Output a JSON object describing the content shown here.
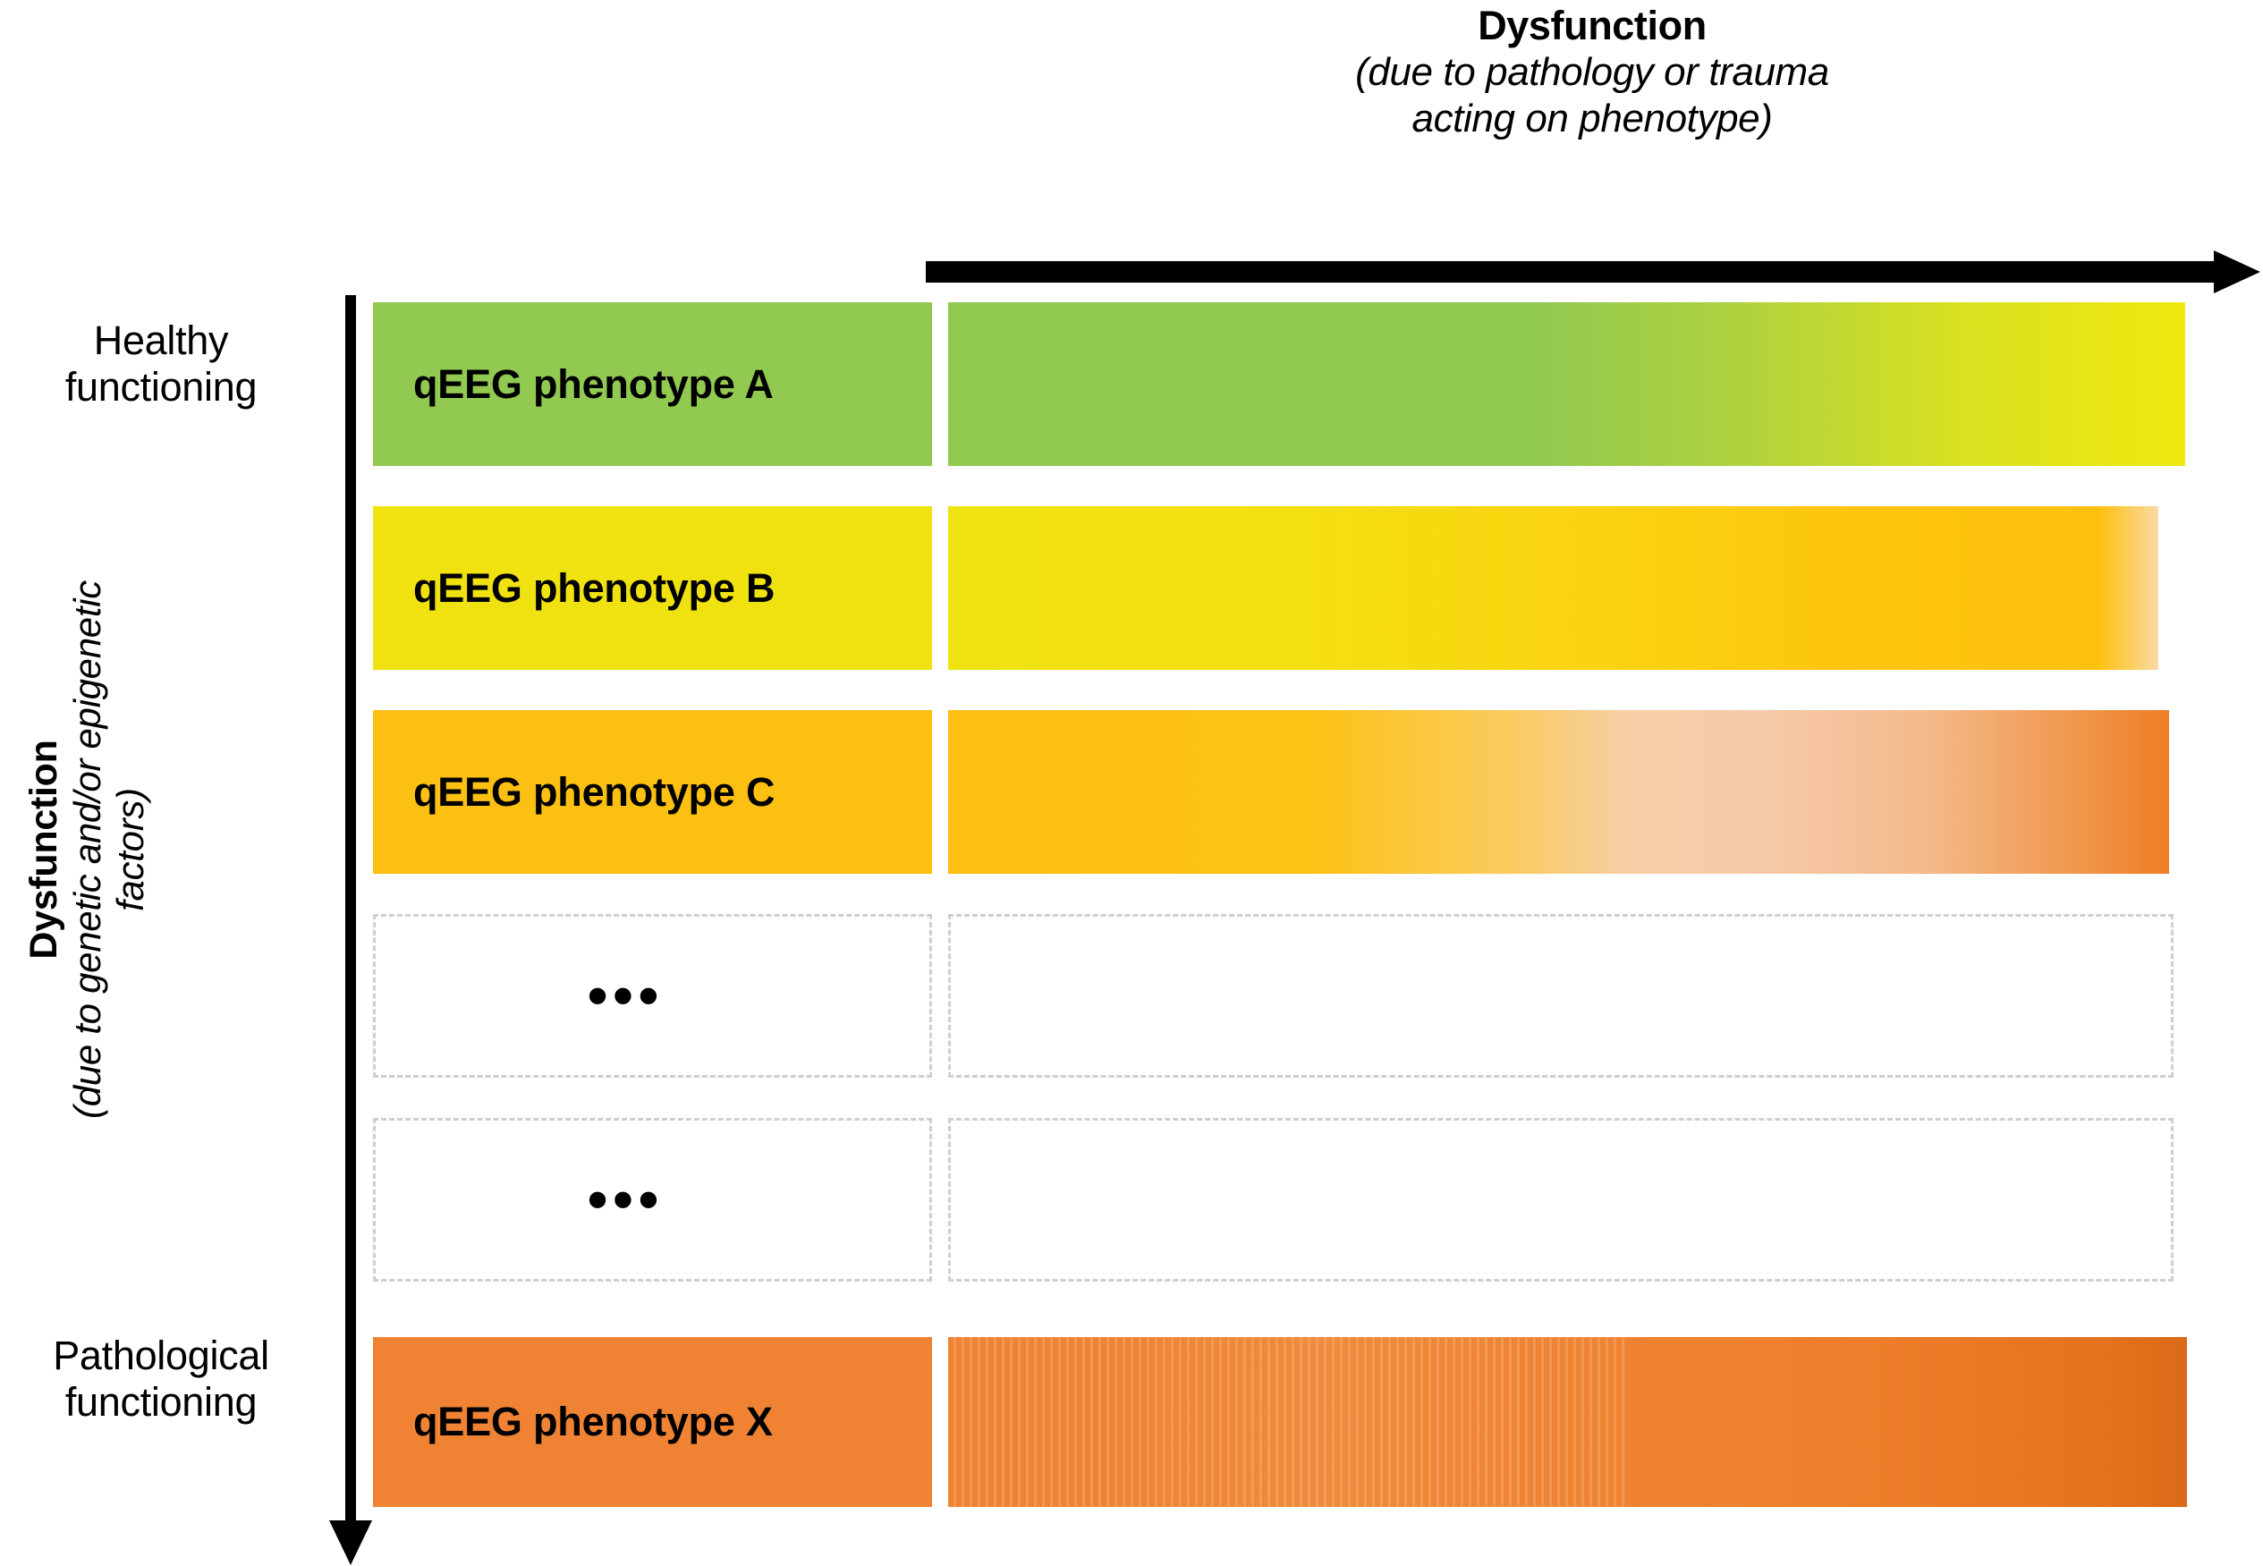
{
  "header": {
    "title": "Dysfunction",
    "subtitle_line1": "(due to pathology or trauma",
    "subtitle_line2": "acting on phenotype)"
  },
  "axes": {
    "top_arrow_name": "dysfunction-axis-arrow-right",
    "left_arrow_name": "dysfunction-axis-arrow-down",
    "left_title": "Dysfunction",
    "left_subtitle": "(due to genetic and/or epigenetic factors)",
    "top_label_healthy": "Healthy\nfunctioning",
    "healthy_line1": "Healthy",
    "healthy_line2": "functioning",
    "pathological_line1": "Pathological",
    "pathological_line2": "functioning"
  },
  "rows": [
    {
      "id": "a",
      "label": "qEEG phenotype A",
      "label_color": "#92c950",
      "gradient_from": "#92c950",
      "gradient_to": "#f0e810",
      "placeholder": false
    },
    {
      "id": "b",
      "label": "qEEG phenotype B",
      "label_color": "#f0e211",
      "gradient_from": "#f0e211",
      "gradient_to": "#fcc10d",
      "placeholder": false
    },
    {
      "id": "c",
      "label": "qEEG phenotype C",
      "label_color": "#fbc012",
      "gradient_from": "#fbc012",
      "gradient_mid": "#f5cbab",
      "gradient_to": "#ee7d26",
      "placeholder": false
    },
    {
      "id": "dots1",
      "label": "•••",
      "placeholder": true
    },
    {
      "id": "dots2",
      "label": "•••",
      "placeholder": true
    },
    {
      "id": "x",
      "label": "qEEG phenotype X",
      "label_color": "#ef8333",
      "gradient_from": "#ef8333",
      "gradient_to": "#db6a18",
      "placeholder": false
    }
  ],
  "colors": {
    "green": "#92c950",
    "yellow": "#f0e211",
    "amber": "#fbc012",
    "orange": "#ef8333",
    "deep_orange": "#ee7d26",
    "dashed_border": "#cfcfcf",
    "arrow": "#000000",
    "background": "#ffffff"
  }
}
